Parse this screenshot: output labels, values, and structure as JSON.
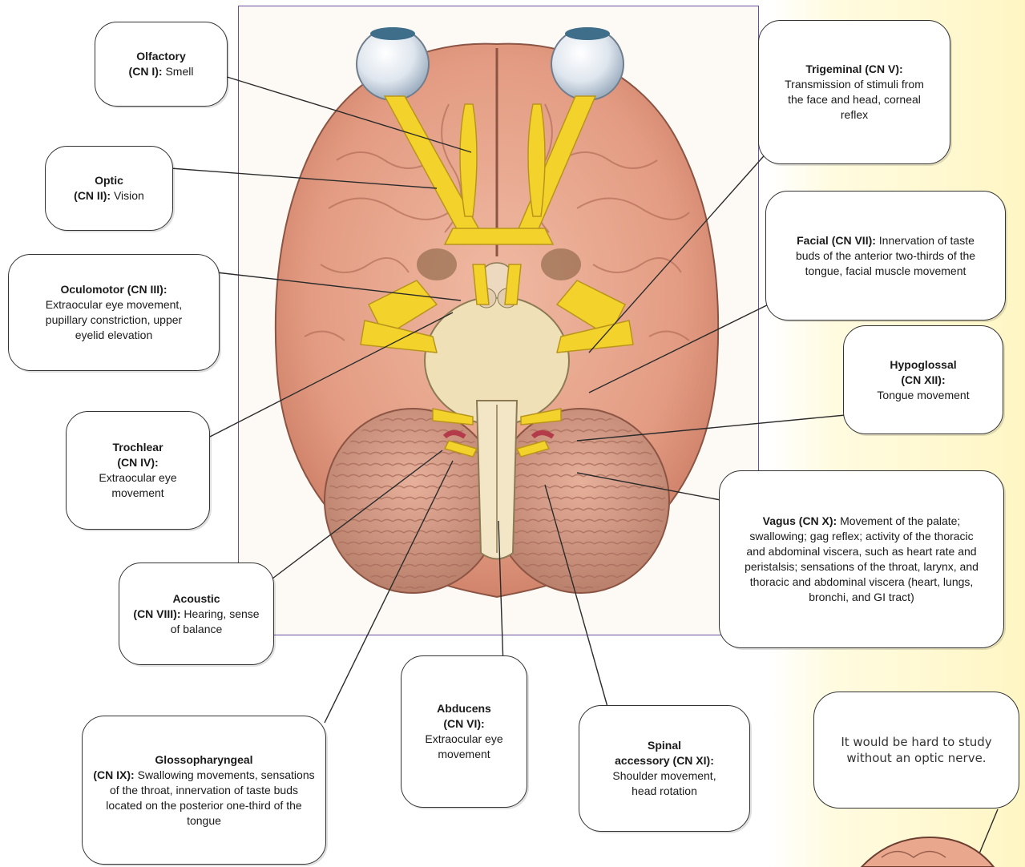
{
  "colors": {
    "frame": "#6a4fa0",
    "brain": "#e9a88e",
    "nerve": "#f2d22b",
    "cerebellum": "#d99c86",
    "brainstem": "#efe0b8",
    "eye": "#dfe6ee",
    "background_tint": "#fff6c4"
  },
  "callouts": {
    "olfactory": {
      "name": "Olfactory",
      "nerve": "(CN I):",
      "desc": "Smell"
    },
    "optic": {
      "name": "Optic",
      "nerve": "(CN II):",
      "desc": "Vision"
    },
    "oculomotor": {
      "name": "Oculomotor (CN III):",
      "desc": "Extraocular eye movement, pupillary constriction, upper eyelid elevation"
    },
    "trochlear": {
      "name": "Trochlear",
      "nerve": "(CN IV):",
      "desc": "Extraocular eye movement"
    },
    "acoustic": {
      "name": "Acoustic",
      "nerve": "(CN VIII):",
      "desc": "Hearing, sense of balance"
    },
    "glossopharyngeal": {
      "name": "Glossopharyngeal",
      "nerve": "(CN IX):",
      "desc": "Swallowing movements, sensations of the throat, innervation of taste buds located on the posterior one-third of the tongue"
    },
    "abducens": {
      "name": "Abducens",
      "nerve": "(CN VI):",
      "desc": "Extraocular eye movement"
    },
    "spinal_accessory": {
      "name": "Spinal",
      "nerve": "accessory (CN XI):",
      "desc": "Shoulder movement, head rotation"
    },
    "trigeminal": {
      "name": "Trigeminal (CN V):",
      "desc": "Transmission of stimuli from the face and head, corneal reflex"
    },
    "facial": {
      "name": "Facial (CN VII):",
      "desc": "Innervation of taste buds of the anterior two-thirds of the tongue, facial muscle movement"
    },
    "hypoglossal": {
      "name": "Hypoglossal",
      "nerve": "(CN XII):",
      "desc": "Tongue movement"
    },
    "vagus": {
      "name": "Vagus (CN X):",
      "desc": "Movement of the palate; swallowing; gag reflex; activity of the thoracic and abdominal viscera, such as heart rate and peristalsis; sensations of the throat, larynx, and thoracic and abdominal viscera (heart, lungs, bronchi, and GI tract)"
    }
  },
  "quip": "It would be hard to study without an optic nerve."
}
